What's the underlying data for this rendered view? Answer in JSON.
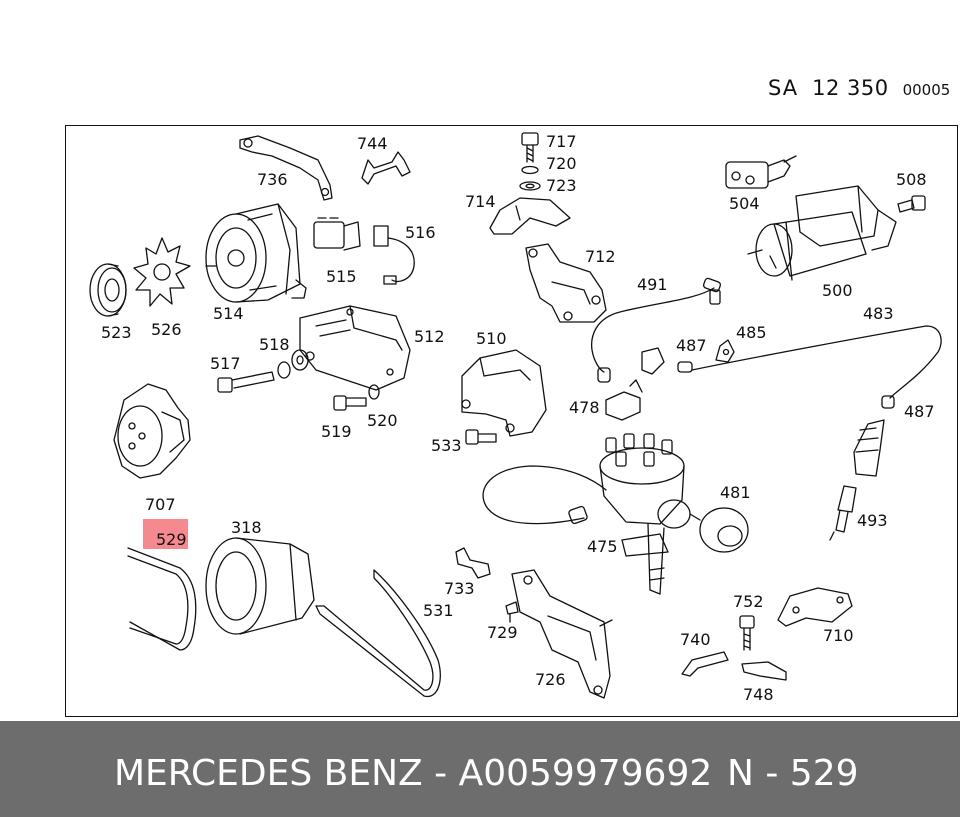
{
  "sheet": {
    "prefix": "SA",
    "number": "12 350",
    "page": "00005"
  },
  "highlight": {
    "part": "529",
    "color": "#f48a8f"
  },
  "parts": [
    {
      "id": "744"
    },
    {
      "id": "736"
    },
    {
      "id": "717"
    },
    {
      "id": "720"
    },
    {
      "id": "723"
    },
    {
      "id": "714"
    },
    {
      "id": "504"
    },
    {
      "id": "508"
    },
    {
      "id": "516"
    },
    {
      "id": "515"
    },
    {
      "id": "712"
    },
    {
      "id": "491"
    },
    {
      "id": "500"
    },
    {
      "id": "523"
    },
    {
      "id": "526"
    },
    {
      "id": "514"
    },
    {
      "id": "512"
    },
    {
      "id": "510"
    },
    {
      "id": "483"
    },
    {
      "id": "487"
    },
    {
      "id": "485"
    },
    {
      "id": "517"
    },
    {
      "id": "518"
    },
    {
      "id": "478"
    },
    {
      "id": "487"
    },
    {
      "id": "519"
    },
    {
      "id": "520"
    },
    {
      "id": "533"
    },
    {
      "id": "707"
    },
    {
      "id": "481"
    },
    {
      "id": "493"
    },
    {
      "id": "318"
    },
    {
      "id": "529"
    },
    {
      "id": "475"
    },
    {
      "id": "733"
    },
    {
      "id": "531"
    },
    {
      "id": "752"
    },
    {
      "id": "729"
    },
    {
      "id": "710"
    },
    {
      "id": "740"
    },
    {
      "id": "726"
    },
    {
      "id": "748"
    }
  ],
  "footer": {
    "brand_part": "MERCEDES BENZ - A0059979692",
    "item": "N - 529",
    "background": "#6d6d6d"
  }
}
